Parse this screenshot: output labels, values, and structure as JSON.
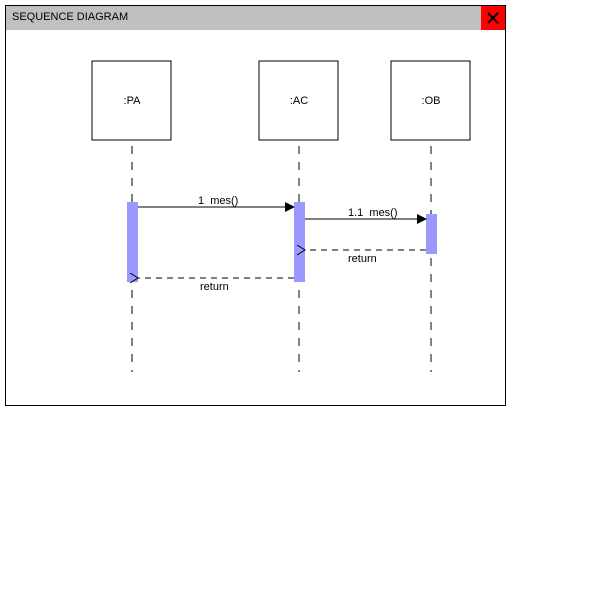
{
  "window": {
    "title": "SEQUENCE DIAGRAM",
    "close_icon": "close-icon",
    "close_color": "#ff0000",
    "titlebar_color": "#c0c0c0"
  },
  "diagram": {
    "activation_color": "#9999ff",
    "lifelines": [
      {
        "id": "pa",
        "label": ":PA"
      },
      {
        "id": "ac",
        "label": ":AC"
      },
      {
        "id": "ob",
        "label": ":OB"
      }
    ],
    "messages": [
      {
        "id": "m1",
        "label": "1  mes()",
        "from": "pa",
        "to": "ac",
        "kind": "call"
      },
      {
        "id": "m2",
        "label": "1.1  mes()",
        "from": "ac",
        "to": "ob",
        "kind": "call"
      },
      {
        "id": "m3",
        "label": "return",
        "from": "ob",
        "to": "ac",
        "kind": "return"
      },
      {
        "id": "m4",
        "label": "return",
        "from": "ac",
        "to": "pa",
        "kind": "return"
      }
    ]
  }
}
